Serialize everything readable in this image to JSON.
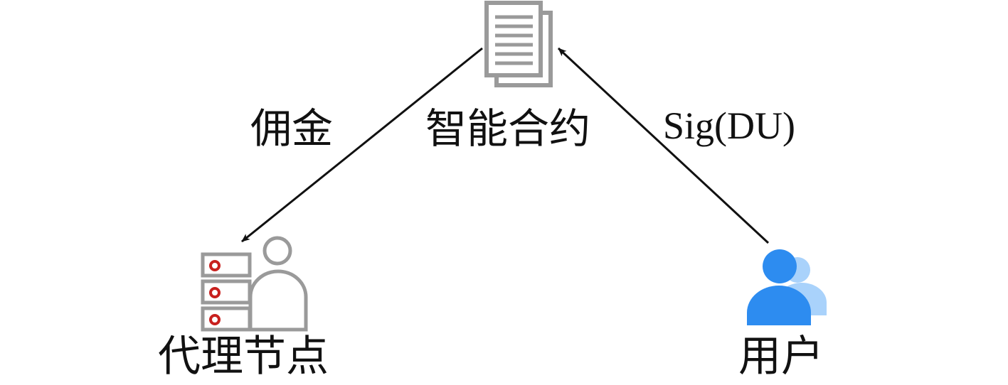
{
  "nodes": {
    "contract": {
      "label": "智能合约",
      "icon": "document-icon"
    },
    "proxy": {
      "label": "代理节点",
      "icon": "server-user-icon"
    },
    "user": {
      "label": "用户",
      "icon": "users-icon"
    }
  },
  "edges": [
    {
      "from": "contract",
      "to": "proxy",
      "label": "佣金"
    },
    {
      "from": "user",
      "to": "contract",
      "label": "Sig(DU)"
    }
  ],
  "colors": {
    "icon_gray": "#9a9a9a",
    "server_led": "#c8201e",
    "user_primary": "#2d8cf0",
    "user_secondary": "#a9d2fb",
    "arrow": "#111111"
  }
}
